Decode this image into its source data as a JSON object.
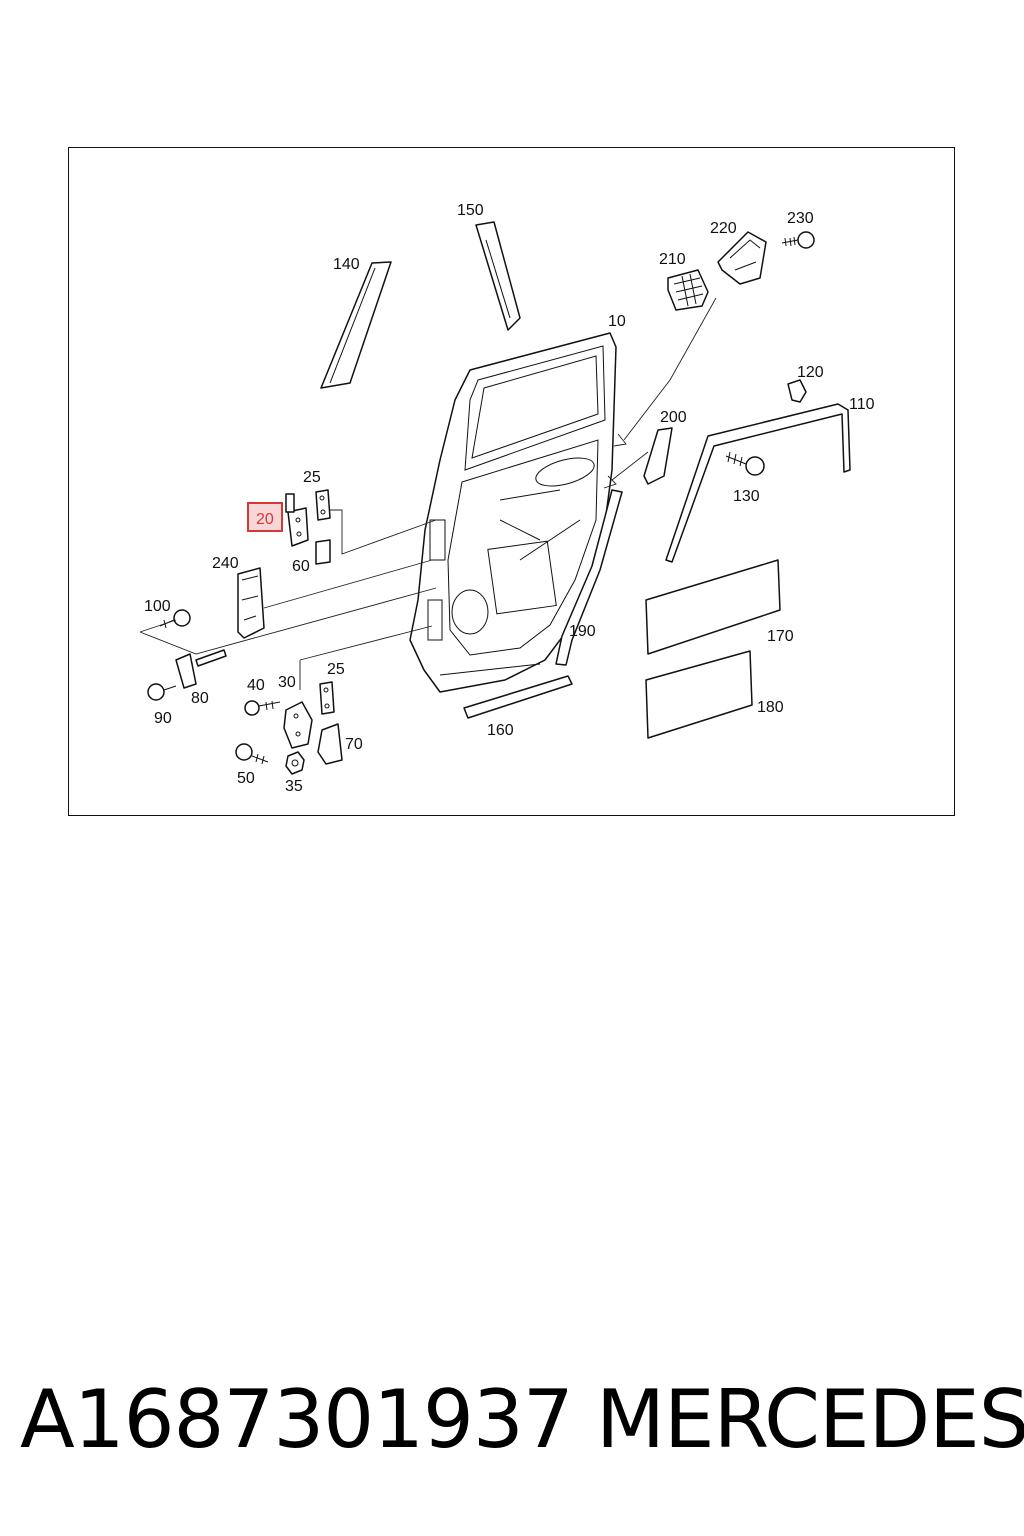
{
  "diagram": {
    "callouts": {
      "c10": "10",
      "c20": "20",
      "c25a": "25",
      "c25b": "25",
      "c30": "30",
      "c35": "35",
      "c40": "40",
      "c50": "50",
      "c60": "60",
      "c70": "70",
      "c80": "80",
      "c90": "90",
      "c100": "100",
      "c110": "110",
      "c120": "120",
      "c130": "130",
      "c140": "140",
      "c150": "150",
      "c160": "160",
      "c170": "170",
      "c180": "180",
      "c190": "190",
      "c200": "200",
      "c210": "210",
      "c220": "220",
      "c230": "230",
      "c240": "240"
    },
    "highlighted_callout": "20",
    "highlight_color": "#d23a3a"
  },
  "footer": {
    "part_number": "A1687301937",
    "brand": "MERCEDES"
  }
}
